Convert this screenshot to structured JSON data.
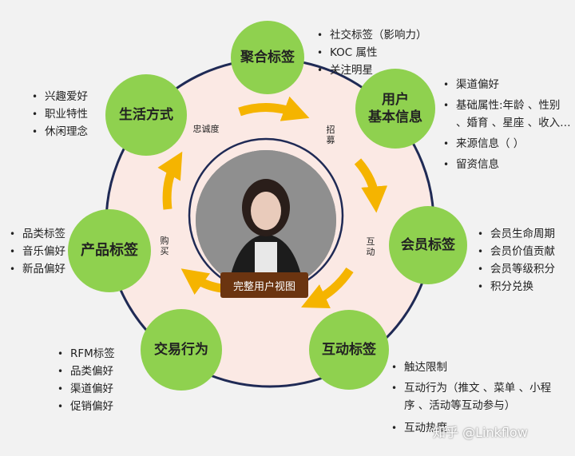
{
  "center": {
    "label": "完整用户视图",
    "image": "person-portrait"
  },
  "colors": {
    "node": "#8fd14f",
    "arrow": "#f5b400",
    "ring": "#1f2a55",
    "inner": "#fbe9e4",
    "label_bg": "#6b3410"
  },
  "nodes": {
    "aggregate": {
      "label": "聚合标签",
      "items": [
        "社交标签（影响力）",
        "KOC 属性",
        "关注明星"
      ]
    },
    "user_basic": {
      "label_line1": "用户",
      "label_line2": "基本信息",
      "items": [
        "渠道偏好",
        "基础属性:年龄 、性别 、婚育 、星座 、收入…",
        "来源信息（ ）",
        "留资信息"
      ]
    },
    "member": {
      "label": "会员标签",
      "items": [
        "会员生命周期",
        "会员价值贡献",
        "会员等级积分",
        "积分兑换"
      ]
    },
    "interaction": {
      "label": "互动标签",
      "items": [
        "触达限制",
        "互动行为（推文 、菜单 、小程序 、活动等互动参与）",
        "互动热度"
      ]
    },
    "transaction": {
      "label": "交易行为",
      "items": [
        "RFM标签",
        "品类偏好",
        "渠道偏好",
        "促销偏好"
      ]
    },
    "product": {
      "label": "产品标签",
      "items": [
        "品类标签",
        "音乐偏好",
        "新品偏好"
      ]
    },
    "lifestyle": {
      "label": "生活方式",
      "items": [
        "兴趣爱好",
        "职业特性",
        "休闲理念"
      ]
    }
  },
  "arrow_labels": {
    "loyalty": "忠诚度",
    "recruit": "招募",
    "interact": "互动",
    "purchase": "购买"
  },
  "watermark": "知乎 @Linkflow"
}
